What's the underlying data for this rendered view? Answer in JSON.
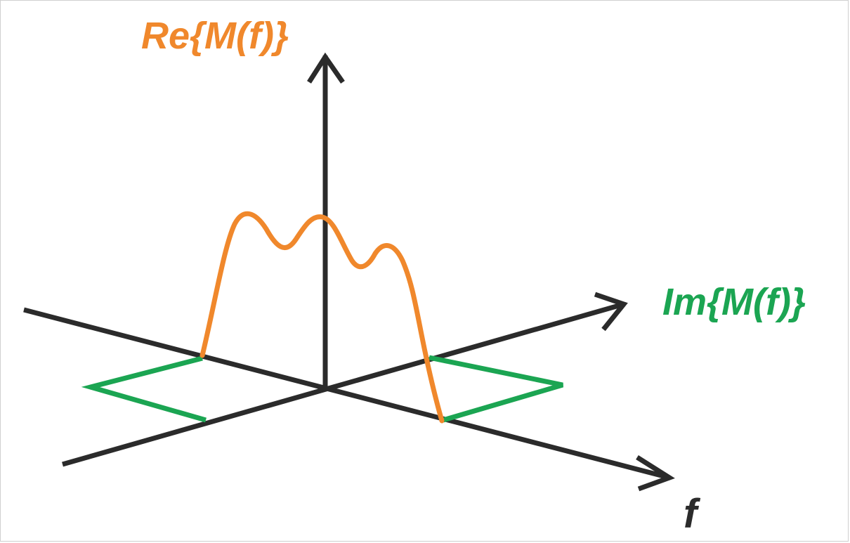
{
  "labels": {
    "real_axis": "Re{M(f)}",
    "imag_axis": "Im{M(f)}",
    "freq_axis": "f"
  },
  "colors": {
    "real": "#F0882C",
    "imag": "#1BA552",
    "axes": "#2b2b2b"
  }
}
